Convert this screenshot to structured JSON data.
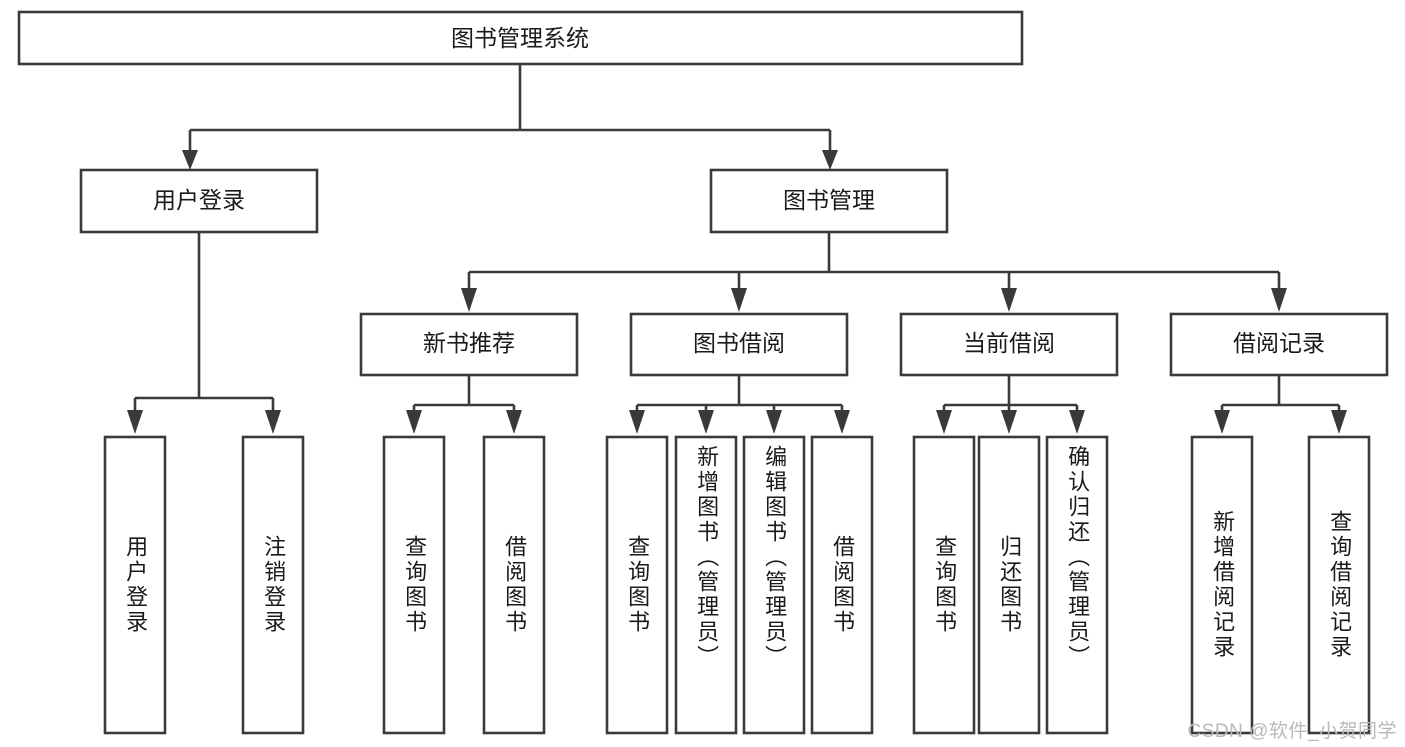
{
  "diagram": {
    "type": "tree-hierarchy",
    "title": "图书管理系统",
    "orientation": "top-down",
    "colors": {
      "box_stroke": "#3a3a3a",
      "box_fill": "#ffffff",
      "text": "#1a1a1a",
      "background": "#ffffff",
      "watermark": "#b9b9b9"
    },
    "root": {
      "label": "图书管理系统"
    },
    "level2": [
      {
        "label": "用户登录"
      },
      {
        "label": "图书管理"
      }
    ],
    "level3": [
      {
        "label": "新书推荐"
      },
      {
        "label": "图书借阅"
      },
      {
        "label": "当前借阅"
      },
      {
        "label": "借阅记录"
      }
    ],
    "leaves": {
      "user_login": [
        {
          "label": "用户登录"
        },
        {
          "label": "注销登录"
        }
      ],
      "new_book": [
        {
          "label": "查询图书"
        },
        {
          "label": "借阅图书"
        }
      ],
      "book_borrow": [
        {
          "label": "查询图书"
        },
        {
          "label": "新增图书（管理员）"
        },
        {
          "label": "编辑图书（管理员）"
        },
        {
          "label": "借阅图书"
        }
      ],
      "current_borrow": [
        {
          "label": "查询图书"
        },
        {
          "label": "归还图书"
        },
        {
          "label": "确认归还（管理员）"
        }
      ],
      "borrow_record": [
        {
          "label": "新增借阅记录"
        },
        {
          "label": "查询借阅记录"
        }
      ]
    }
  },
  "watermark": {
    "text": "CSDN @软件_小贺同学"
  }
}
